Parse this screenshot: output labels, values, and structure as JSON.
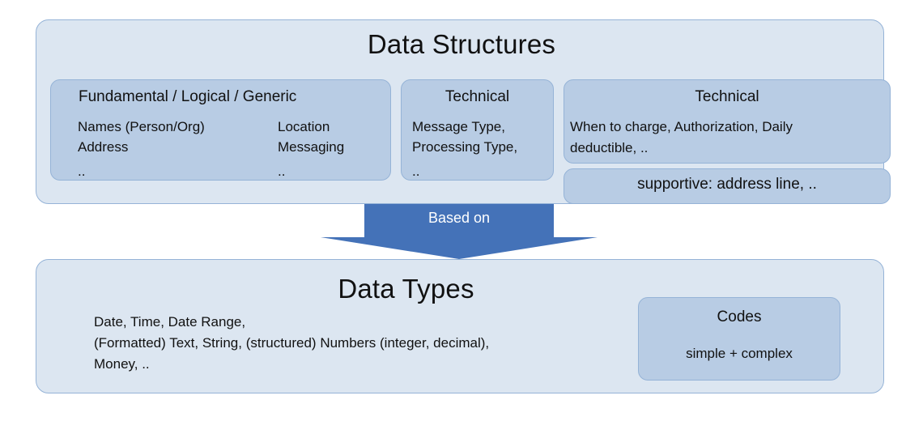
{
  "diagram": {
    "title_top": "Data Structures",
    "title_bottom": "Data Types",
    "arrow_label": "Based on",
    "colors": {
      "outer_fill": "#dce6f1",
      "inner_fill": "#b8cce4",
      "border": "#95b3d7",
      "arrow_fill": "#4472b8",
      "arrow_label_color": "#ffffff",
      "text": "#111111",
      "background": "#ffffff"
    },
    "data_structures": {
      "title": "Data Structures",
      "boxes": [
        {
          "title": "Fundamental / Logical / Generic",
          "column_1": [
            "Names (Person/Org)",
            "Address",
            ".."
          ],
          "column_2": [
            "Location",
            "Messaging",
            ".."
          ]
        },
        {
          "title": "Technical",
          "lines": [
            "Message Type,",
            "Processing Type,",
            ".."
          ]
        },
        {
          "title": "Technical",
          "lines": [
            "When to charge, Authorization, Daily",
            "deductible, .."
          ]
        },
        {
          "title": "supportive: address line, .."
        }
      ]
    },
    "data_types": {
      "title": "Data Types",
      "body": "Date, Time, Date Range,\n(Formatted) Text, String, (structured) Numbers (integer, decimal),\nMoney, ..",
      "body_lines": [
        "Date, Time, Date Range,",
        "(Formatted) Text, String, (structured) Numbers (integer, decimal),",
        "Money, .."
      ],
      "codes_box": {
        "title": "Codes",
        "subtitle": "simple + complex"
      }
    }
  }
}
